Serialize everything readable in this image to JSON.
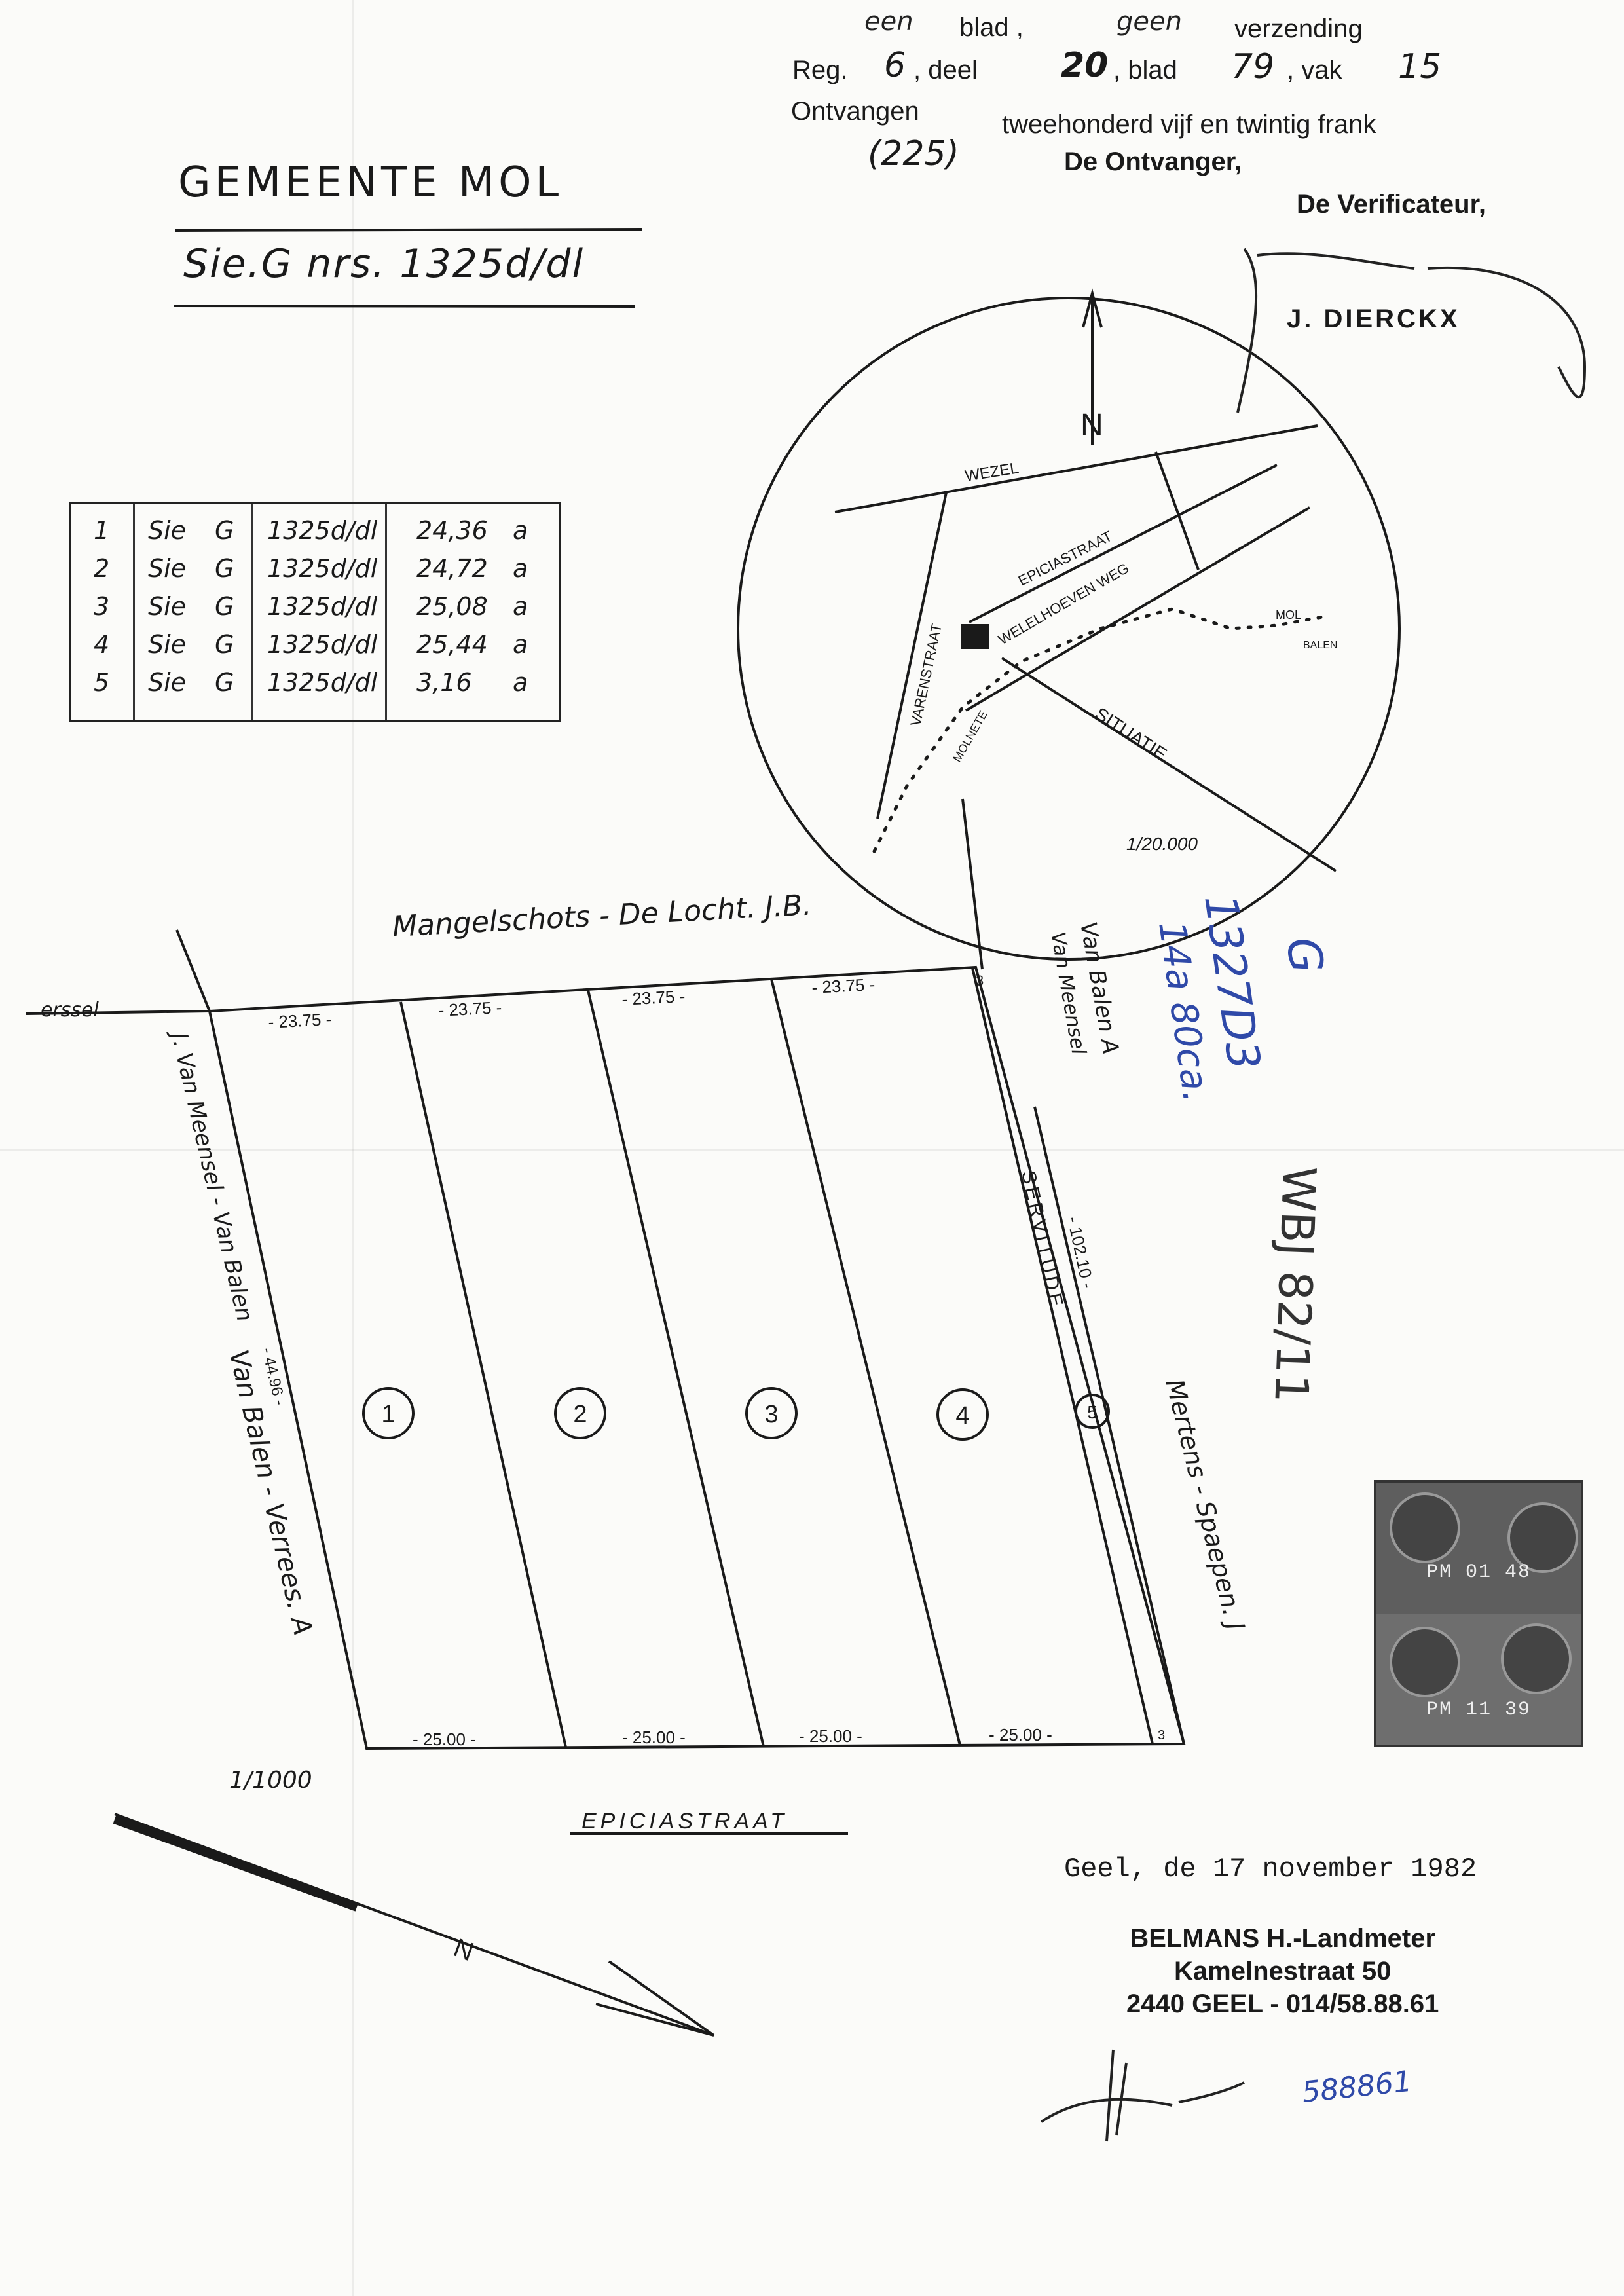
{
  "header": {
    "line1_a": "blad ,",
    "line1_b": "verzending",
    "line1_hw_a": "een",
    "line1_hw_b": "geen",
    "reg_label": "Reg.",
    "reg_value": "6",
    "deel_label": ", deel",
    "deel_value": "20",
    "blad_label": ", blad",
    "blad_value": "79",
    "vak_label": ", vak",
    "vak_value": "15",
    "received_label": "Ontvangen",
    "received_amount_text": "tweehonderd vijf en twintig frank",
    "received_amount_number": "(225)",
    "receiver_label": "De Ontvanger,",
    "verifier_label": "De Verificateur,",
    "verifier_name": "J. DIERCKX"
  },
  "title": {
    "municipality": "GEMEENTE MOL",
    "section": "Sie.G nrs. 1325d/dl"
  },
  "parcel_table": {
    "rows": [
      {
        "nr": "1",
        "sie": "Sie",
        "sec": "G",
        "perceel": "1325d/dl",
        "area": "24,36",
        "unit": "a"
      },
      {
        "nr": "2",
        "sie": "Sie",
        "sec": "G",
        "perceel": "1325d/dl",
        "area": "24,72",
        "unit": "a"
      },
      {
        "nr": "3",
        "sie": "Sie",
        "sec": "G",
        "perceel": "1325d/dl",
        "area": "25,08",
        "unit": "a"
      },
      {
        "nr": "4",
        "sie": "Sie",
        "sec": "G",
        "perceel": "1325d/dl",
        "area": "25,44",
        "unit": "a"
      },
      {
        "nr": "5",
        "sie": "Sie",
        "sec": "G",
        "perceel": "1325d/dl",
        "area": "3,16",
        "unit": "a"
      }
    ]
  },
  "situation_map": {
    "north": "N",
    "street_wezel": "WEZEL",
    "street_epicia": "EPICIASTRAAT",
    "street_welelhoeven": "WELELHOEVEN WEG",
    "street_varen": "VARENSTRAAT",
    "label_nete": "MOLNETE",
    "label_mol": "MOL",
    "label_balen": "BALEN",
    "label_situatie": "SITUATIE",
    "scale": "1/20.000"
  },
  "plan": {
    "north_top": "Mangelschots - De Locht. J.B.",
    "west_a": "J. Van Meensel - Van Balen",
    "west_b": "Van Balen - Verrees. A",
    "east_a": "Van Balen A",
    "east_b": "Van Meensel",
    "east_c": "Mertens - Spaepen. J",
    "servitude": "SERVITUDE",
    "street_bottom": "EPICIASTRAAT",
    "scale": "1/1000",
    "north": "N",
    "dim_top": [
      "- 23.75 -",
      "- 23.75 -",
      "- 23.75 -",
      "- 23.75 -",
      "3"
    ],
    "dim_bottom": [
      "- 25.00 -",
      "- 25.00 -",
      "- 25.00 -",
      "- 25.00 -",
      "3"
    ],
    "dim_side": "- 102.10 -",
    "dim_left": "- 44.96 -",
    "parcels": [
      "1",
      "2",
      "3",
      "4",
      "5"
    ],
    "left_edge_hw": "erssel"
  },
  "blue_annotation": {
    "section": "G",
    "parcel": "1327D3",
    "area": "14a 80ca."
  },
  "margin_note": "WBJ 82/11",
  "stamp": {
    "top_text": "PM  01 48",
    "bottom_text": "PM 11 39"
  },
  "place_date": "Geel, de 17 november 1982",
  "surveyor": {
    "name": "BELMANS H.-Landmeter",
    "address": "Kamelnestraat 50",
    "city": "2440 GEEL - 014/58.88.61"
  },
  "blue_number": "588861"
}
